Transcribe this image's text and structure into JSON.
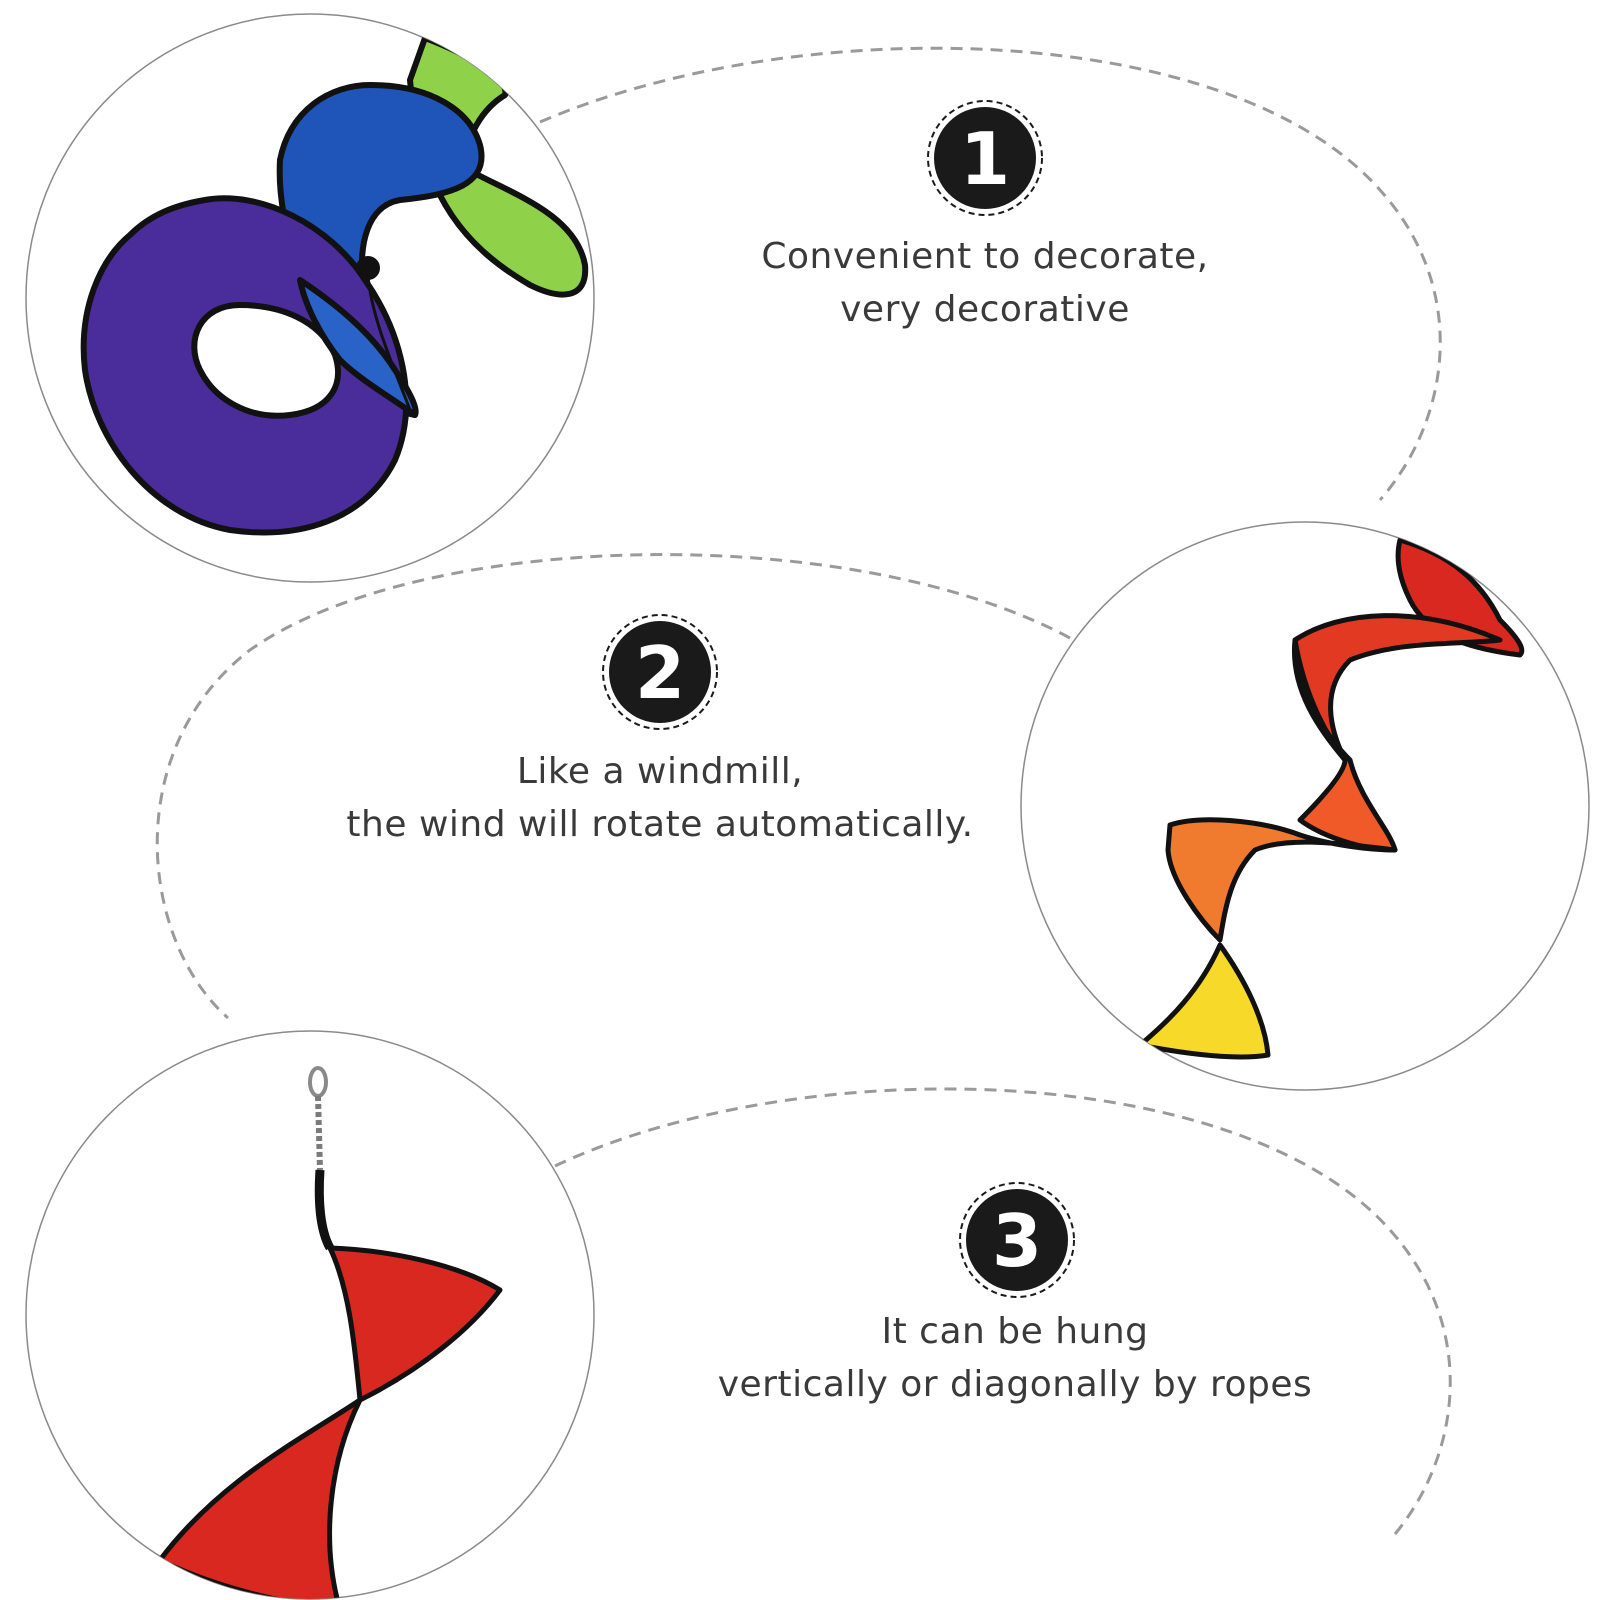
{
  "features": [
    {
      "number": "1",
      "line1": "Convenient to decorate,",
      "line2": "very decorative"
    },
    {
      "number": "2",
      "line1": "Like a windmill,",
      "line2": "the wind will rotate automatically."
    },
    {
      "number": "3",
      "line1": "It can be hung",
      "line2": "vertically or diagonally by ropes"
    }
  ],
  "colors": {
    "background": "#ffffff",
    "dashed_line": "#9a9a9a",
    "circle_border": "#8a8a8a",
    "badge_fill": "#1a1a1a",
    "badge_text": "#ffffff",
    "text": "#3a3a3a",
    "purple": "#4a2c9a",
    "blue": "#1f55b8",
    "green": "#8fd24a",
    "red": "#d8281f",
    "orange": "#f07a2e",
    "yellow": "#f7d92a"
  },
  "images": [
    {
      "name": "product-spiral-purple-blue-green"
    },
    {
      "name": "product-spiral-rainbow"
    },
    {
      "name": "product-spiral-red-hook"
    }
  ]
}
